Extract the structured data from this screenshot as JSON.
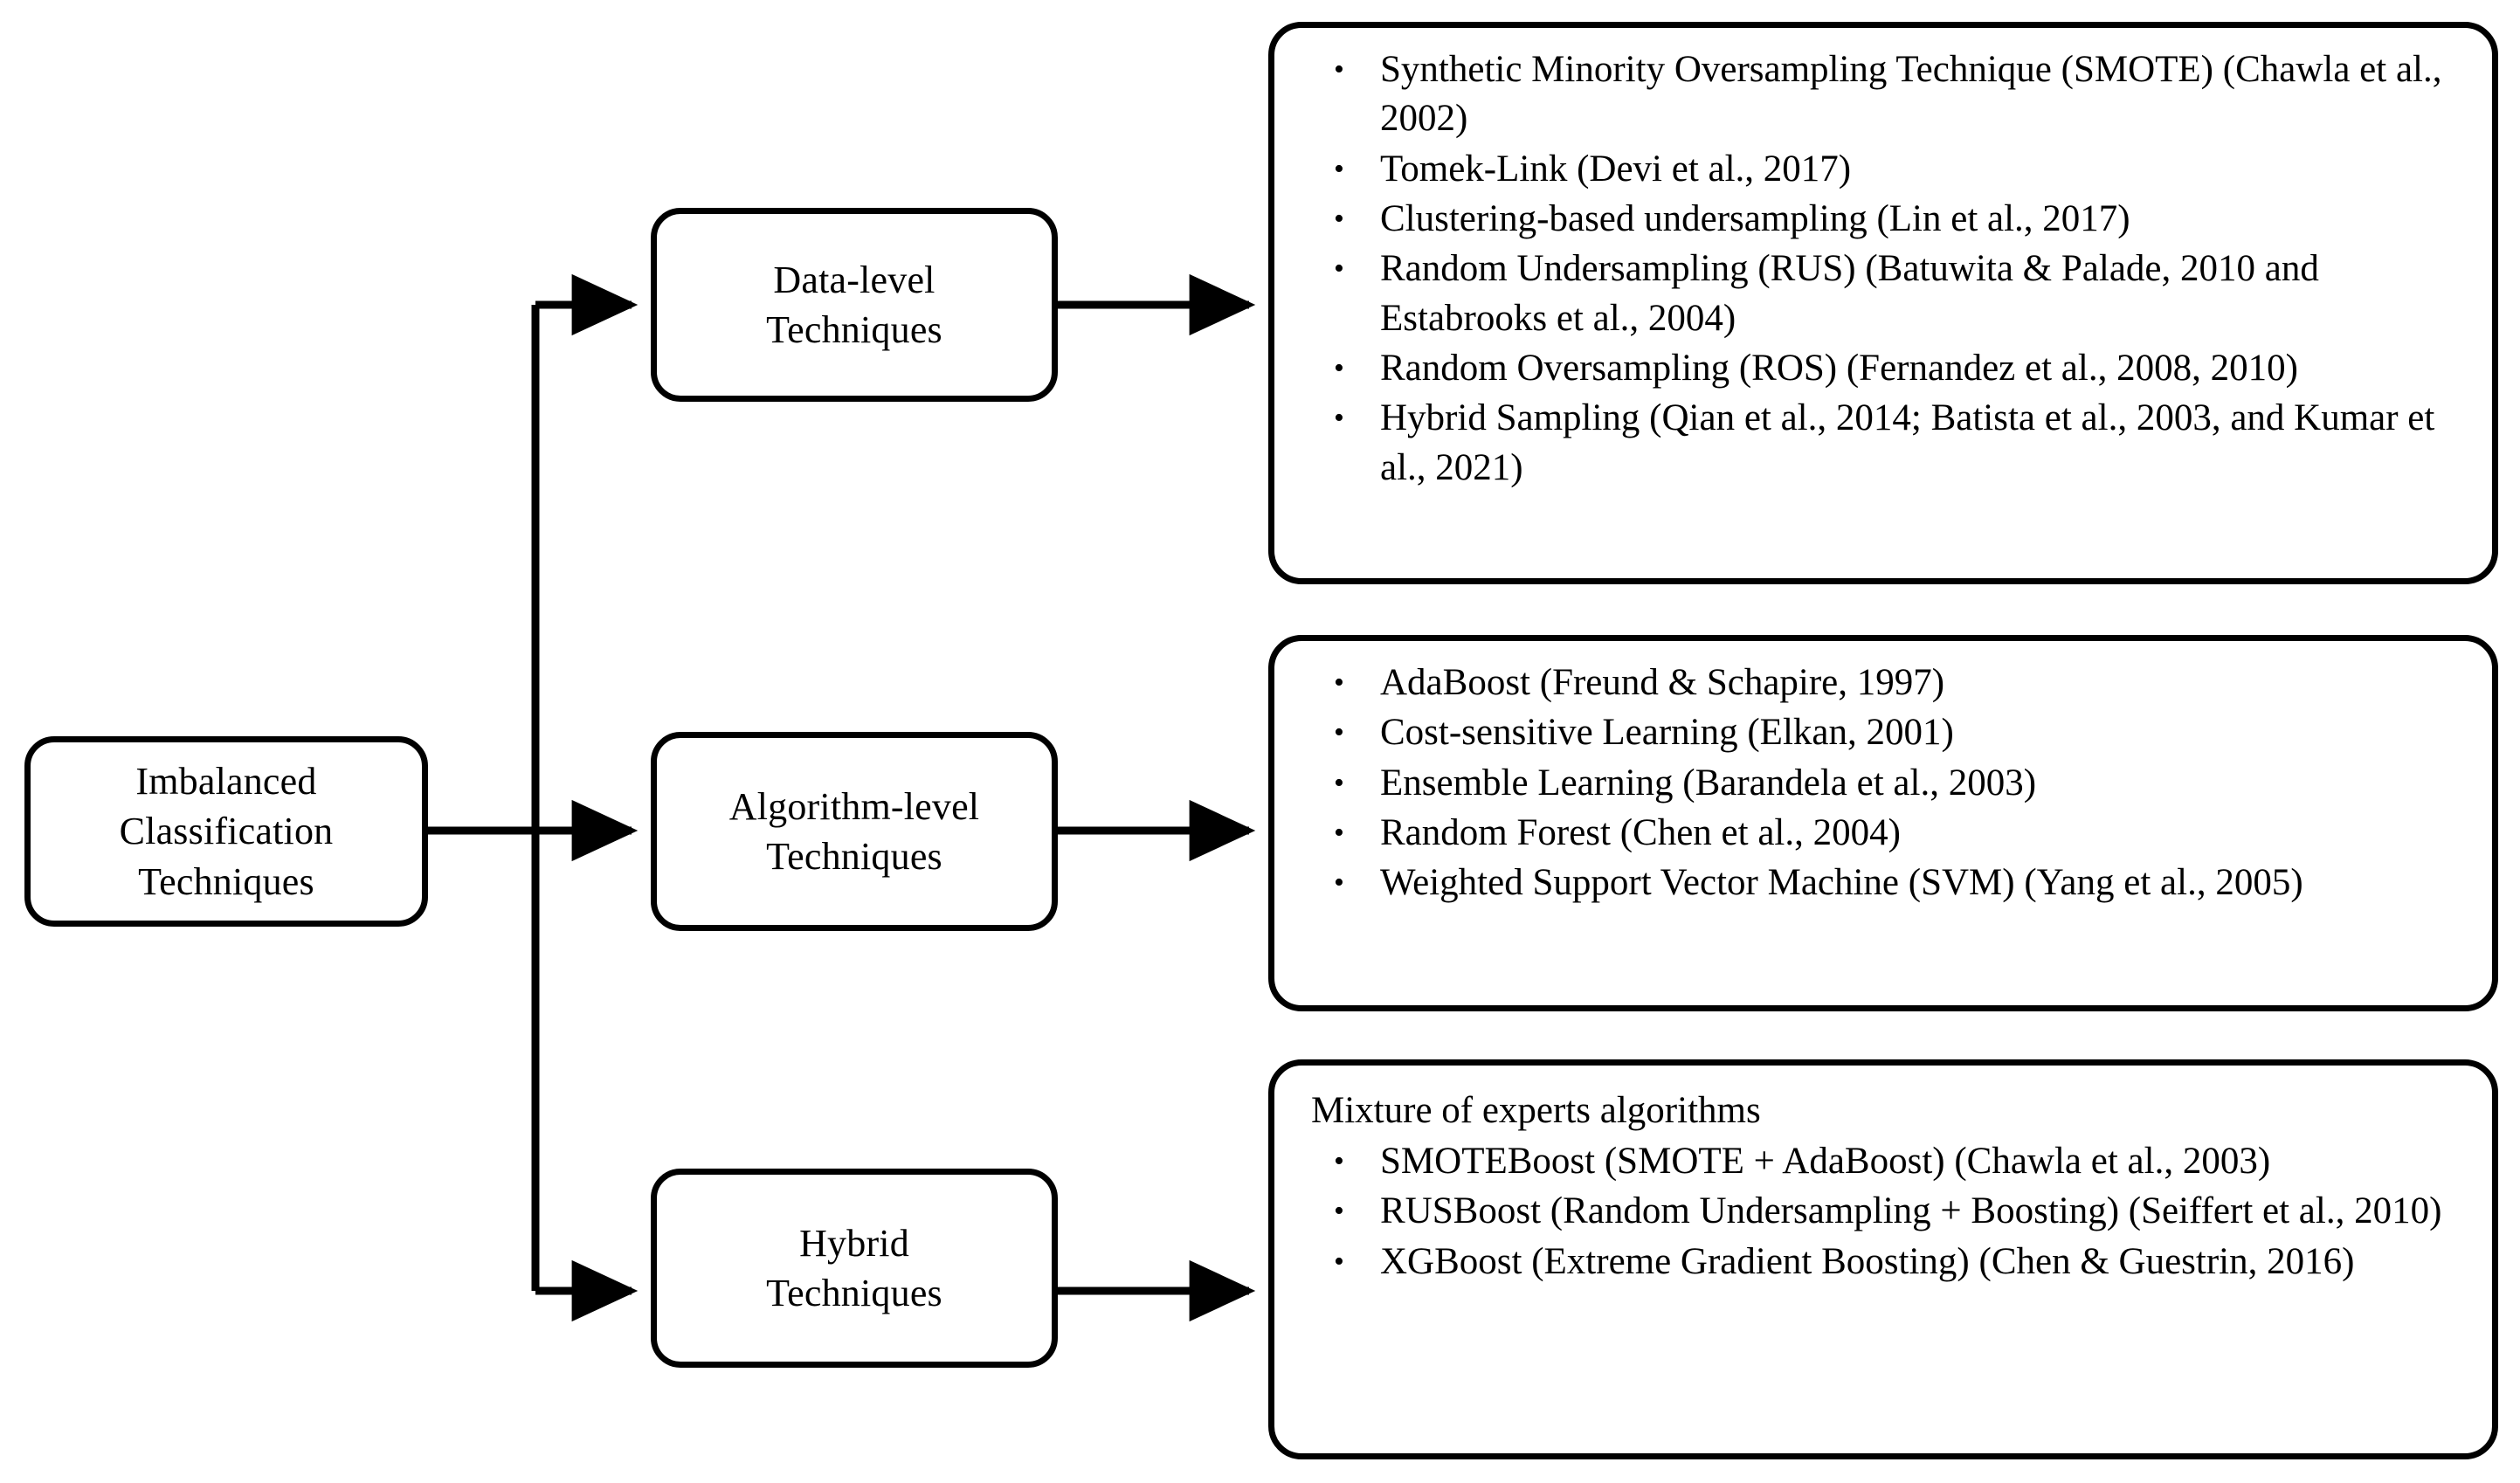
{
  "diagram": {
    "title_node": "Imbalanced Classification Techniques",
    "root": {
      "label_line1": "Imbalanced",
      "label_line2": "Classification",
      "label_line3": "Techniques"
    },
    "branches": [
      {
        "id": "data-level",
        "label_line1": "Data-level",
        "label_line2": "Techniques"
      },
      {
        "id": "algorithm-level",
        "label_line1": "Algorithm-level",
        "label_line2": "Techniques"
      },
      {
        "id": "hybrid",
        "label_line1": "Hybrid",
        "label_line2": "Techniques"
      }
    ],
    "details": [
      {
        "id": "data-level-details",
        "lead": "",
        "items": [
          "Synthetic Minority Oversampling Technique (SMOTE) (Chawla et al., 2002)",
          "Tomek-Link (Devi et al., 2017)",
          "Clustering-based undersampling (Lin et al., 2017)",
          "Random Undersampling (RUS) (Batuwita & Palade, 2010 and Estabrooks et al., 2004)",
          "Random Oversampling (ROS) (Fernandez et al., 2008, 2010)",
          "Hybrid Sampling (Qian et al., 2014; Batista et al., 2003, and Kumar et al., 2021)"
        ]
      },
      {
        "id": "algorithm-level-details",
        "lead": "",
        "items": [
          "AdaBoost (Freund & Schapire, 1997)",
          "Cost-sensitive Learning (Elkan, 2001)",
          "Ensemble Learning (Barandela et al., 2003)",
          "Random Forest (Chen et al., 2004)",
          "Weighted Support Vector Machine (SVM) (Yang et al., 2005)"
        ]
      },
      {
        "id": "hybrid-details",
        "lead": "Mixture of experts algorithms",
        "items": [
          "SMOTEBoost (SMOTE + AdaBoost) (Chawla et al., 2003)",
          "RUSBoost (Random Undersampling + Boosting) (Seiffert et al., 2010)",
          "XGBoost (Extreme Gradient Boosting) (Chen & Guestrin, 2016)"
        ]
      }
    ],
    "bullet_glyph": "•",
    "colors": {
      "stroke": "#000000",
      "background": "#ffffff",
      "text": "#000000"
    }
  }
}
